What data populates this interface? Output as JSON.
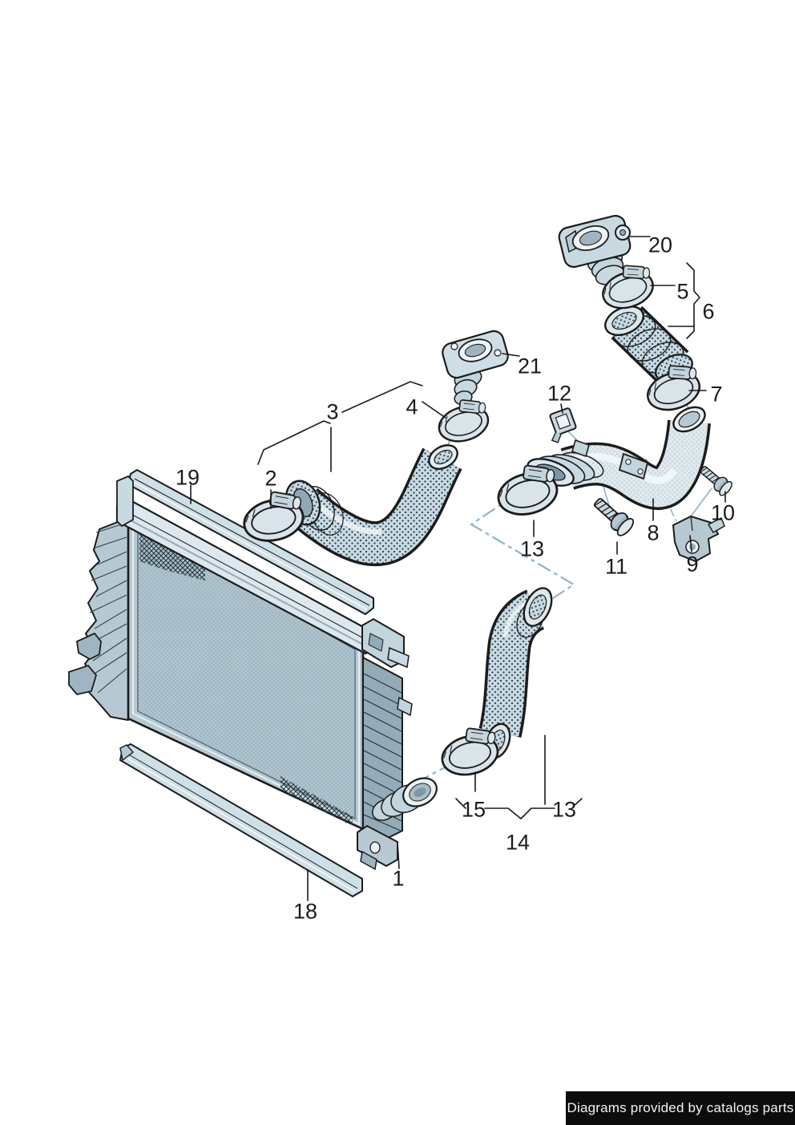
{
  "diagram": {
    "callouts": [
      {
        "id": "20",
        "label": "20"
      },
      {
        "id": "5",
        "label": "5"
      },
      {
        "id": "6",
        "label": "6"
      },
      {
        "id": "21",
        "label": "21"
      },
      {
        "id": "7",
        "label": "7"
      },
      {
        "id": "12",
        "label": "12"
      },
      {
        "id": "4",
        "label": "4"
      },
      {
        "id": "3",
        "label": "3"
      },
      {
        "id": "2",
        "label": "2"
      },
      {
        "id": "19",
        "label": "19"
      },
      {
        "id": "13-upper",
        "label": "13"
      },
      {
        "id": "8",
        "label": "8"
      },
      {
        "id": "10",
        "label": "10"
      },
      {
        "id": "11",
        "label": "11"
      },
      {
        "id": "9",
        "label": "9"
      },
      {
        "id": "15",
        "label": "15"
      },
      {
        "id": "13-lower",
        "label": "13"
      },
      {
        "id": "14",
        "label": "14"
      },
      {
        "id": "1",
        "label": "1"
      },
      {
        "id": "18",
        "label": "18"
      }
    ]
  },
  "footer": {
    "text": "Diagrams provided by catalogs parts"
  },
  "colors": {
    "background": "#ffffff",
    "outline": "#1c1c1c",
    "part_light": "#dce8ee",
    "part_mid": "#c2d4dc",
    "part_shadow": "#93aab7",
    "radiator_face": "#a3b9c4",
    "assembly_line": "#8fb3c8",
    "footer_bg": "#0c0c0c",
    "footer_text": "#f2f2f2"
  }
}
